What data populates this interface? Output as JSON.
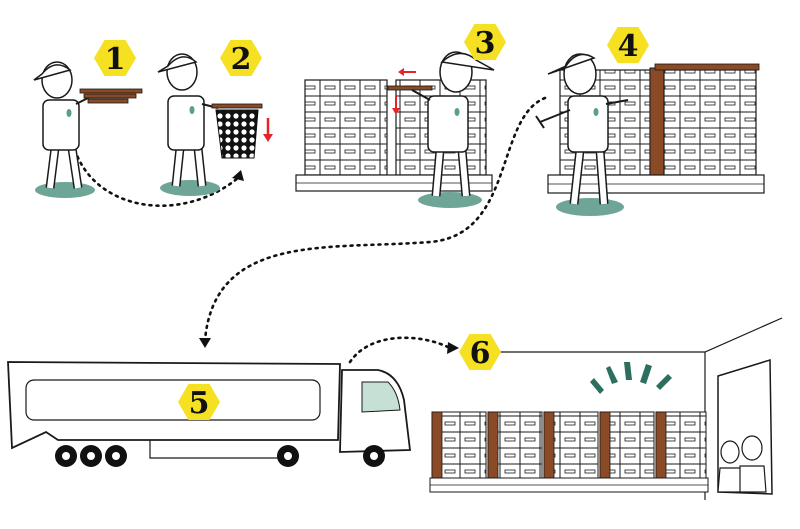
{
  "steps": [
    {
      "number": "1"
    },
    {
      "number": "2"
    },
    {
      "number": "3"
    },
    {
      "number": "4"
    },
    {
      "number": "5"
    },
    {
      "number": "6"
    }
  ],
  "colors": {
    "badge": "#f5e021",
    "accent_green": "#5a9e8f",
    "ground_shadow": "#6ea597",
    "wood": "#8b4a26",
    "arrow_red": "#e5232b",
    "box_fill": "#ffffff",
    "line": "#1a1a1a"
  },
  "icons": [
    "worker-figure",
    "cardboard-sheet",
    "bubble-wrap",
    "pallet-stack",
    "truck",
    "warehouse",
    "applause-icon"
  ]
}
